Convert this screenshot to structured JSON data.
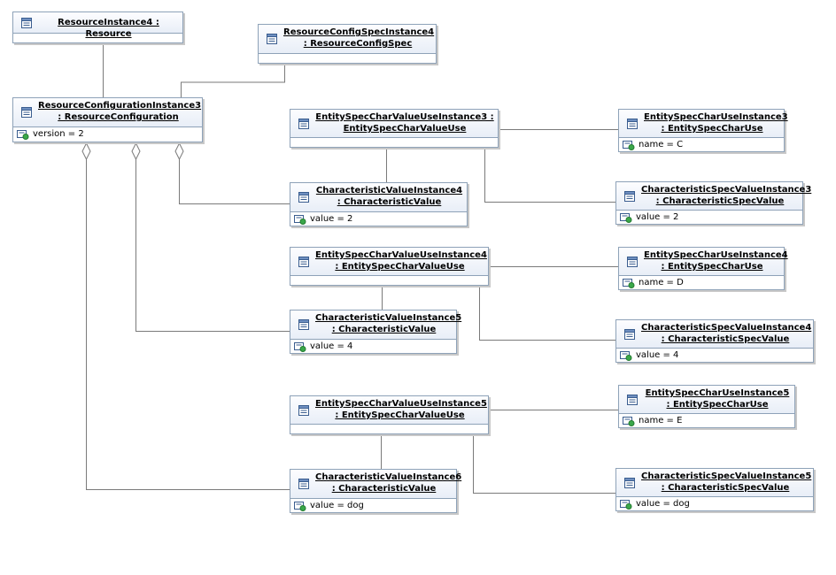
{
  "nodes": {
    "resourceInstance4": {
      "name": "ResourceInstance4 : Resource"
    },
    "resourceConfigSpecInstance4": {
      "name": "ResourceConfigSpecInstance4 : ResourceConfigSpec"
    },
    "resourceConfigurationInstance3": {
      "name": "ResourceConfigurationInstance3 : ResourceConfiguration",
      "attr": "version = 2"
    },
    "escvu3": {
      "name": "EntitySpecCharValueUseInstance3 : EntitySpecCharValueUse"
    },
    "escu3": {
      "name": "EntitySpecCharUseInstance3 : EntitySpecCharUse",
      "attr": "name = C"
    },
    "cv4": {
      "name": "CharacteristicValueInstance4 : CharacteristicValue",
      "attr": "value = 2"
    },
    "csv3": {
      "name": "CharacteristicSpecValueInstance3 : CharacteristicSpecValue",
      "attr": "value = 2"
    },
    "escvu4": {
      "name": "EntitySpecCharValueUseInstance4 : EntitySpecCharValueUse"
    },
    "escu4": {
      "name": "EntitySpecCharUseInstance4 : EntitySpecCharUse",
      "attr": "name = D"
    },
    "cv5": {
      "name": "CharacteristicValueInstance5 : CharacteristicValue",
      "attr": "value = 4"
    },
    "csv4": {
      "name": "CharacteristicSpecValueInstance4 : CharacteristicSpecValue",
      "attr": "value = 4"
    },
    "escvu5": {
      "name": "EntitySpecCharValueUseInstance5 : EntitySpecCharValueUse"
    },
    "escu5": {
      "name": "EntitySpecCharUseInstance5 : EntitySpecCharUse",
      "attr": "name = E"
    },
    "cv6": {
      "name": "CharacteristicValueInstance6 : CharacteristicValue",
      "attr": "value = dog"
    },
    "csv5": {
      "name": "CharacteristicSpecValueInstance5 : CharacteristicSpecValue",
      "attr": "value = dog"
    }
  },
  "colors": {
    "border": "#8ea2b8",
    "edge": "#7a7a7a",
    "header_top": "#fdfdff",
    "header_bottom": "#e8eef7"
  }
}
